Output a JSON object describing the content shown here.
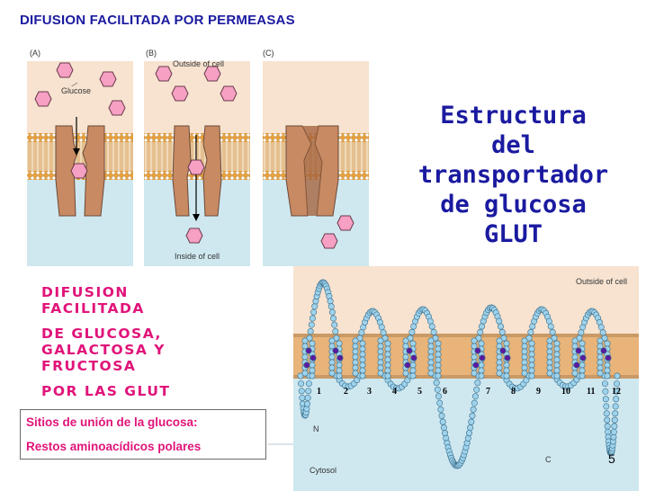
{
  "header": {
    "title": "DIFUSION FACILITADA POR PERMEASAS"
  },
  "panels": {
    "a_label": "(A)",
    "b_label": "(B)",
    "c_label": "(C)",
    "glucose_label": "Glucose",
    "outside_label": "Outside of cell",
    "inside_label": "Inside of cell"
  },
  "side_title": {
    "line1": "Estructura",
    "line2": "del",
    "line3": "transportador",
    "line4": "de glucosa",
    "line5": "GLUT"
  },
  "description": {
    "line1": "DIFUSION",
    "line2": "FACILITADA",
    "line3": "DE GLUCOSA,",
    "line4": "GALACTOSA Y",
    "line5": "FRUCTOSA",
    "line6": "POR LAS GLUT"
  },
  "sites_box": {
    "line1": "Sitios de unión de la glucosa:",
    "line2": "Restos aminoacídicos polares"
  },
  "glut_diagram": {
    "outside_label": "Outside of cell",
    "cytosol_label": "Cytosol",
    "n_label": "N",
    "c_label": "C",
    "segments": [
      "1",
      "2",
      "3",
      "4",
      "5",
      "6",
      "7",
      "8",
      "9",
      "10",
      "11",
      "12"
    ]
  },
  "footer": {
    "page_number": "5"
  },
  "colors": {
    "title_blue": "#1a1aa0",
    "accent_pink": "#e0147a",
    "extracellular": "#f7e3d0",
    "cytosol": "#cfe8f0",
    "membrane_head": "#e8a13c",
    "protein": "#c88a62",
    "glucose": "#f6a0c4",
    "residue": "#9fd3ec",
    "polar_residue": "#5a1aa0"
  }
}
